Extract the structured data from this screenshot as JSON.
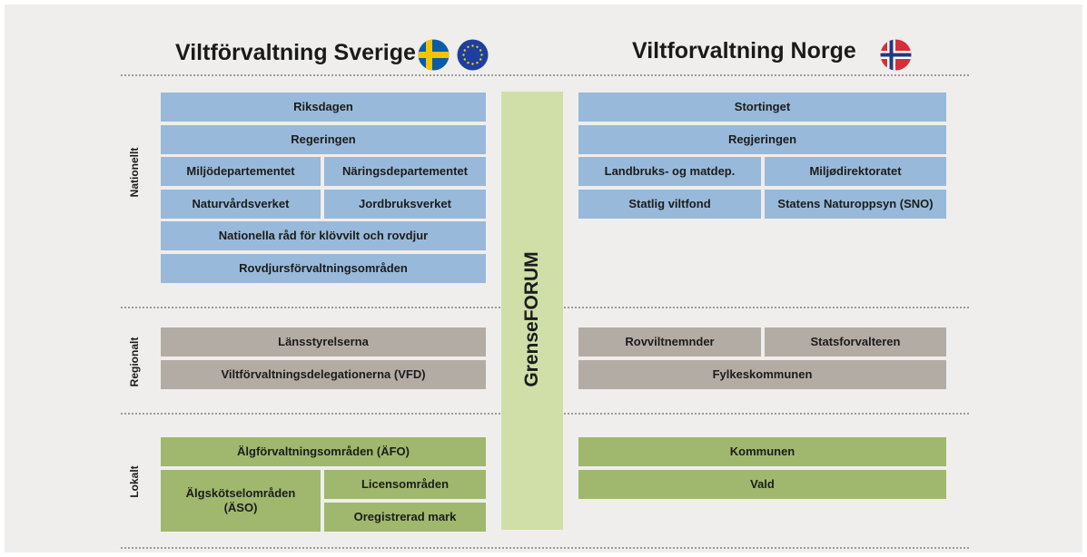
{
  "sweden": {
    "title": "Viltförvaltning Sverige",
    "national": [
      "Riksdagen",
      "Regeringen",
      "Miljödepartementet",
      "Näringsdepartementet",
      "Naturvårdsverket",
      "Jordbruksverket",
      "Nationella råd för klövvilt och rovdjur",
      "Rovdjursförvaltningsområden"
    ],
    "regional": [
      "Länsstyrelserna",
      "Viltförvaltningsdelegationerna (VFD)"
    ],
    "local": [
      "Älgförvaltningsområden (ÄFO)",
      "Älgskötselområden (ÄSO)",
      "Licensområden",
      "Oregistrerad mark"
    ]
  },
  "norway": {
    "title": "Viltforvaltning Norge",
    "national": [
      "Stortinget",
      "Regjeringen",
      "Landbruks- og matdep.",
      "Miljødirektoratet",
      "Statlig viltfond",
      "Statens Naturoppsyn (SNO)"
    ],
    "regional": [
      "Rovviltnemnder",
      "Statsforvalteren",
      "Fylkeskommunen"
    ],
    "local": [
      "Kommunen",
      "Vald"
    ]
  },
  "center": {
    "label": "GrenseFORUM"
  },
  "levels": {
    "national": "Nationellt",
    "regional": "Regionalt",
    "local": "Lokalt"
  },
  "colors": {
    "national": "#98b9d9",
    "regional": "#b3aca4",
    "local": "#9fb86d",
    "forum": "#d0dfa7",
    "background": "#efeeec"
  },
  "flags": [
    "sweden-flag",
    "eu-flag",
    "norway-flag"
  ]
}
